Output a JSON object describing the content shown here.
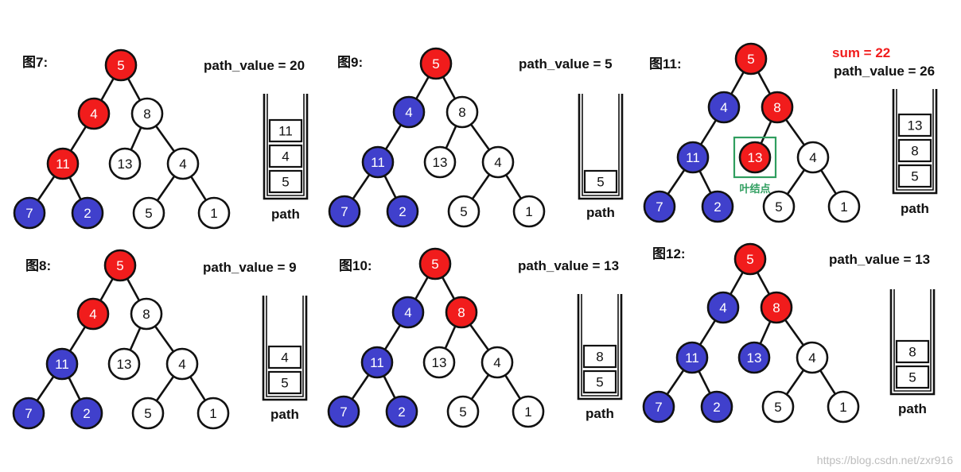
{
  "colors": {
    "visited": "#f11c1c",
    "popped": "#4040cc",
    "unvisited": "#ffffff",
    "edge": "#111111",
    "sum_text": "#f11c1c",
    "leaf_box": "#2f9e5f",
    "leaf_text": "#2f9e5f",
    "watermark": "#bdbdbd"
  },
  "tree": {
    "nodes": [
      {
        "id": "n5",
        "value": "5"
      },
      {
        "id": "n4",
        "value": "4"
      },
      {
        "id": "n8",
        "value": "8"
      },
      {
        "id": "n11",
        "value": "11"
      },
      {
        "id": "n13",
        "value": "13"
      },
      {
        "id": "n4b",
        "value": "4"
      },
      {
        "id": "n7",
        "value": "7"
      },
      {
        "id": "n2",
        "value": "2"
      },
      {
        "id": "n5b",
        "value": "5"
      },
      {
        "id": "n1",
        "value": "1"
      }
    ],
    "edges": [
      [
        "n5",
        "n4"
      ],
      [
        "n5",
        "n8"
      ],
      [
        "n4",
        "n11"
      ],
      [
        "n8",
        "n13"
      ],
      [
        "n8",
        "n4b"
      ],
      [
        "n11",
        "n7"
      ],
      [
        "n11",
        "n2"
      ],
      [
        "n4b",
        "n5b"
      ],
      [
        "n4b",
        "n1"
      ]
    ]
  },
  "panels": [
    {
      "id": "fig7",
      "title": "图7:",
      "path_value_label": "path_value = 20",
      "stack": [
        "11",
        "4",
        "5"
      ],
      "stack_label": "path",
      "states": {
        "n5": "visited",
        "n4": "visited",
        "n11": "visited",
        "n7": "popped",
        "n2": "popped"
      }
    },
    {
      "id": "fig9",
      "title": "图9:",
      "path_value_label": "path_value = 5",
      "stack": [
        "5"
      ],
      "stack_label": "path",
      "states": {
        "n5": "visited",
        "n4": "popped",
        "n11": "popped",
        "n7": "popped",
        "n2": "popped"
      }
    },
    {
      "id": "fig11",
      "title": "图11:",
      "path_value_label": "path_value = 26",
      "sum_label": "sum = 22",
      "leaf_label": "叶结点",
      "leaf_node": "n13",
      "stack": [
        "13",
        "8",
        "5"
      ],
      "stack_label": "path",
      "states": {
        "n5": "visited",
        "n4": "popped",
        "n11": "popped",
        "n7": "popped",
        "n2": "popped",
        "n8": "visited",
        "n13": "visited"
      }
    },
    {
      "id": "fig8",
      "title": "图8:",
      "path_value_label": "path_value = 9",
      "stack": [
        "4",
        "5"
      ],
      "stack_label": "path",
      "states": {
        "n5": "visited",
        "n4": "visited",
        "n11": "popped",
        "n7": "popped",
        "n2": "popped"
      }
    },
    {
      "id": "fig10",
      "title": "图10:",
      "path_value_label": "path_value = 13",
      "stack": [
        "8",
        "5"
      ],
      "stack_label": "path",
      "states": {
        "n5": "visited",
        "n4": "popped",
        "n11": "popped",
        "n7": "popped",
        "n2": "popped",
        "n8": "visited"
      }
    },
    {
      "id": "fig12",
      "title": "图12:",
      "path_value_label": "path_value = 13",
      "stack": [
        "8",
        "5"
      ],
      "stack_label": "path",
      "states": {
        "n5": "visited",
        "n4": "popped",
        "n11": "popped",
        "n7": "popped",
        "n2": "popped",
        "n8": "visited",
        "n13": "popped"
      }
    }
  ],
  "watermark": "https://blog.csdn.net/zxr916"
}
